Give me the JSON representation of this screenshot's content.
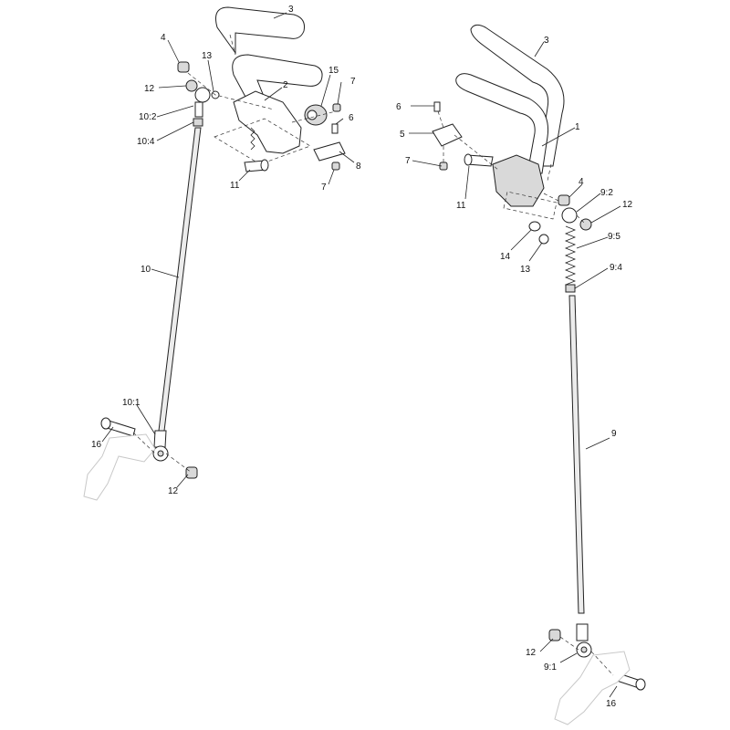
{
  "callouts": {
    "c_3a": "3",
    "c_4a": "4",
    "c_12a": "12",
    "c_13a": "13",
    "c_2": "2",
    "c_15": "15",
    "c_7a": "7",
    "c_10_2": "10:2",
    "c_10_4": "10:4",
    "c_6a": "6",
    "c_8": "8",
    "c_11a": "11",
    "c_7b": "7",
    "c_10": "10",
    "c_10_1": "10:1",
    "c_16a": "16",
    "c_12b": "12",
    "c_3b": "3",
    "c_6b": "6",
    "c_5": "5",
    "c_1": "1",
    "c_7c": "7",
    "c_11b": "11",
    "c_4b": "4",
    "c_9_2": "9:2",
    "c_12c": "12",
    "c_9_5": "9:5",
    "c_14": "14",
    "c_13b": "13",
    "c_9_4": "9:4",
    "c_9": "9",
    "c_12d": "12",
    "c_9_1": "9:1",
    "c_16b": "16"
  }
}
